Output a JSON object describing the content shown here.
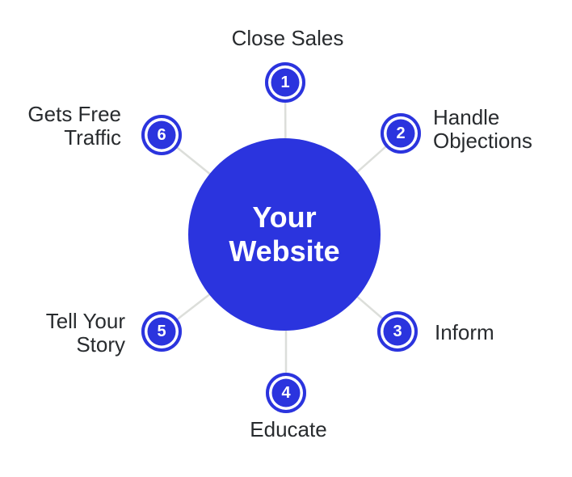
{
  "diagram": {
    "center": {
      "label": "Your\nWebsite"
    },
    "nodes": [
      {
        "number": "1",
        "label": "Close Sales"
      },
      {
        "number": "2",
        "label": "Handle\nObjections"
      },
      {
        "number": "3",
        "label": "Inform"
      },
      {
        "number": "4",
        "label": "Educate"
      },
      {
        "number": "5",
        "label": "Tell Your\nStory"
      },
      {
        "number": "6",
        "label": "Gets Free\nTraffic"
      }
    ],
    "colors": {
      "node_blue": "#2b34de",
      "connector_gray": "#dcdeda",
      "label_text": "#282b2e",
      "number_and_title_text": "#ffffff"
    }
  }
}
